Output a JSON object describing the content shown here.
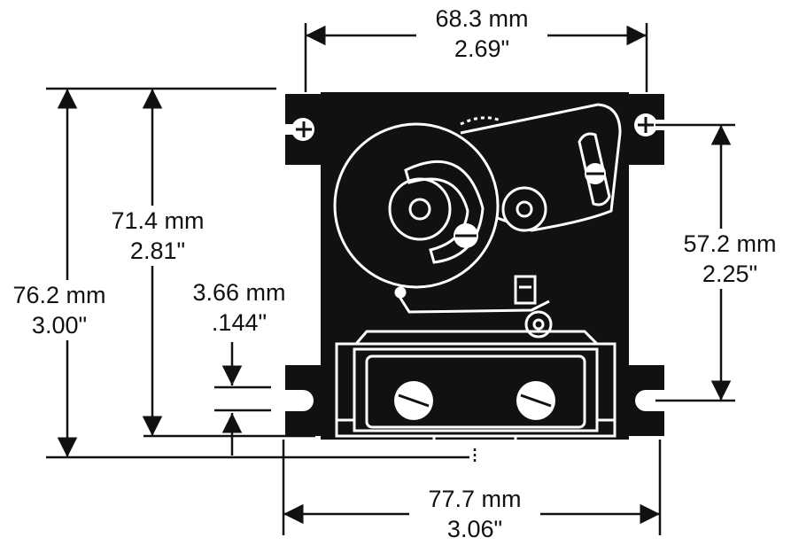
{
  "drawing": {
    "body_color": "#111111",
    "line_color": "#111111",
    "background": "#ffffff"
  },
  "dimensions": {
    "top_width": {
      "mm": "68.3 mm",
      "inch": "2.69\""
    },
    "bottom_width": {
      "mm": "77.7 mm",
      "inch": "3.06\""
    },
    "hole_spacing": {
      "mm": "57.2 mm",
      "inch": "2.25\""
    },
    "body_height": {
      "mm": "71.4 mm",
      "inch": "2.81\""
    },
    "overall_height": {
      "mm": "76.2 mm",
      "inch": "3.00\""
    },
    "flange_thickness": {
      "mm": "3.66 mm",
      "inch": ".144\""
    }
  },
  "icons": [
    "mounting-screw-icon",
    "adjustment-screw-icon",
    "terminal-screw-icon"
  ]
}
